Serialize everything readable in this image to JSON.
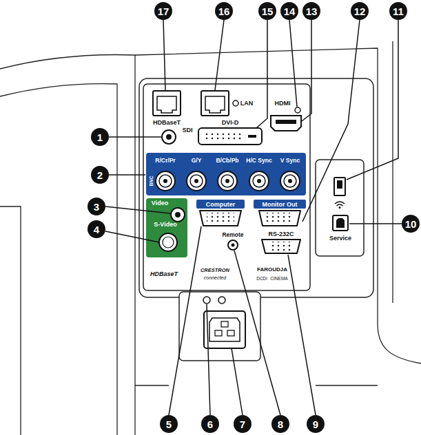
{
  "diagram": {
    "nodes": [
      {
        "text": [
          "17"
        ]
      },
      {
        "text": [
          "16"
        ]
      },
      {
        "text": [
          "15"
        ]
      },
      {
        "text": [
          "14"
        ]
      },
      {
        "text": [
          "13"
        ]
      },
      {
        "text": [
          "12"
        ]
      },
      {
        "text": [
          "11"
        ]
      },
      {
        "text": [
          "1"
        ]
      },
      {
        "text": [
          "2"
        ]
      },
      {
        "text": [
          "3"
        ]
      },
      {
        "text": [
          "10"
        ]
      },
      {
        "text": [
          "4"
        ]
      },
      {
        "text": [
          "5"
        ]
      },
      {
        "text": [
          "6"
        ]
      },
      {
        "text": [
          "7"
        ]
      },
      {
        "text": [
          "8"
        ]
      },
      {
        "text": [
          "9"
        ]
      }
    ],
    "labels": [
      "HDBaseT",
      "SDI",
      "LAN",
      "DVI-D",
      "HDMI",
      "R/Cr/Pr",
      "G/Y",
      "B/Cb/Pb",
      "H/C Sync",
      "V Sync",
      "BNC",
      "Video",
      "S-Video",
      "Computer",
      "Monitor Out",
      "Remote",
      "RS-232C",
      "Service",
      "HDBaseT",
      "CRESTRON",
      "connected",
      "FAROUDJA",
      "DCDi",
      "CINEMA"
    ]
  }
}
